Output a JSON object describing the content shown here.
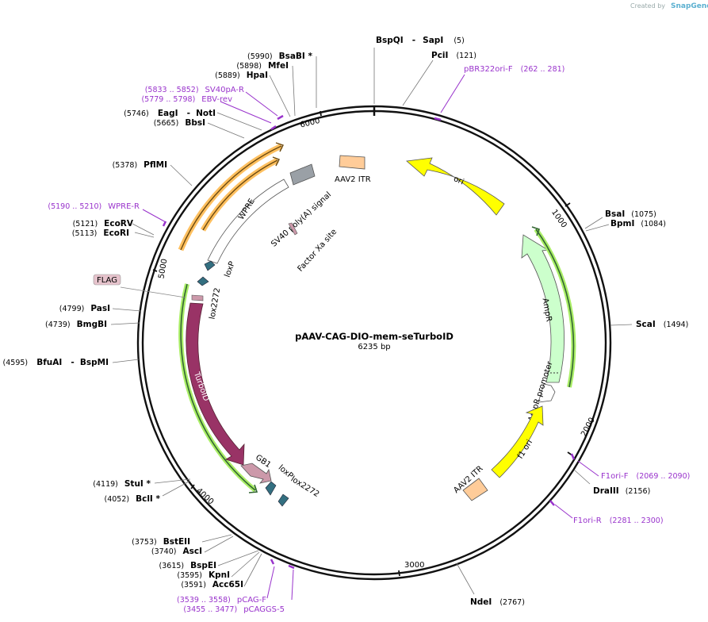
{
  "header": {
    "credit_text": "Created by",
    "credit_brand": "SnapGene"
  },
  "plasmid": {
    "name": "pAAV-CAG-DIO-mem-seTurboID",
    "size_label": "6235 bp",
    "ticks": [
      "1000",
      "2000",
      "3000",
      "4000",
      "5000",
      "6000"
    ]
  },
  "enzymes": [
    {
      "name": "BspQI",
      "sep": "-",
      "name2": "SapI",
      "pos": "(5)"
    },
    {
      "name": "PciI",
      "pos": "(121)"
    },
    {
      "name": "BsaI",
      "pos": "(1075)"
    },
    {
      "name": "BpmI",
      "pos": "(1084)"
    },
    {
      "name": "ScaI",
      "pos": "(1494)"
    },
    {
      "name": "DraIII",
      "pos": "(2156)"
    },
    {
      "name": "NdeI",
      "pos": "(2767)"
    },
    {
      "name": "Acc65I",
      "pos": "(3591)"
    },
    {
      "name": "KpnI",
      "pos": "(3595)"
    },
    {
      "name": "BspEI",
      "pos": "(3615)"
    },
    {
      "name": "AscI",
      "pos": "(3740)"
    },
    {
      "name": "BstEII",
      "pos": "(3753)"
    },
    {
      "name": "BclI *",
      "pos": "(4052)"
    },
    {
      "name": "StuI *",
      "pos": "(4119)"
    },
    {
      "name": "BfuAI",
      "sep": "-",
      "name2": "BspMI",
      "pos": "(4595)"
    },
    {
      "name": "BmgBI",
      "pos": "(4739)"
    },
    {
      "name": "PasI",
      "pos": "(4799)"
    },
    {
      "name": "EcoRI",
      "pos": "(5113)"
    },
    {
      "name": "EcoRV",
      "pos": "(5121)"
    },
    {
      "name": "PflMI",
      "pos": "(5378)"
    },
    {
      "name": "BbsI",
      "pos": "(5665)"
    },
    {
      "name": "EagI",
      "sep": "-",
      "name2": "NotI",
      "pos": "(5746)"
    },
    {
      "name": "HpaI",
      "pos": "(5889)"
    },
    {
      "name": "MfeI",
      "pos": "(5898)"
    },
    {
      "name": "BsaBI *",
      "pos": "(5990)"
    }
  ],
  "primers": [
    {
      "name": "pBR322ori-F",
      "range": "(262 .. 281)"
    },
    {
      "name": "F1ori-F",
      "range": "(2069 .. 2090)"
    },
    {
      "name": "F1ori-R",
      "range": "(2281 .. 2300)"
    },
    {
      "name": "pCAG-F",
      "range": "(3539 .. 3558)"
    },
    {
      "name": "pCAGGS-5",
      "range": "(3455 .. 3477)"
    },
    {
      "name": "WPRE-R",
      "range": "(5190 .. 5210)"
    },
    {
      "name": "EBV-rev",
      "range": "(5779 .. 5798)"
    },
    {
      "name": "SV40pA-R",
      "range": "(5833 .. 5852)"
    }
  ],
  "features": {
    "ori": "ori",
    "ampr": "AmpR",
    "ampr_promoter": "AmpR promoter",
    "f1_ori": "f1 ori",
    "aav2_itr_left": "AAV2 ITR",
    "aav2_itr_top": "AAV2 ITR",
    "turboid": "TurboID",
    "gb1": "GB1",
    "loxp_bottom": "loxP",
    "lox2272_bottom": "lox2272",
    "lox2272_top": "lox2272",
    "loxp_top": "loxP",
    "flag": "FLAG",
    "wpre": "WPRE",
    "sv40": "SV40 poly(A) signal",
    "factor_xa": "Factor Xa site"
  },
  "colors": {
    "yellow": "#ffff00",
    "mint": "#ccffcc",
    "peach": "#ffcc99",
    "maroon": "#993366",
    "pink": "#cc99aa",
    "teal": "#336f80",
    "gray": "#9aa0a6",
    "primer": "#9933cc",
    "green_glow": "#aaee66",
    "orange_glow": "#ffb030"
  }
}
